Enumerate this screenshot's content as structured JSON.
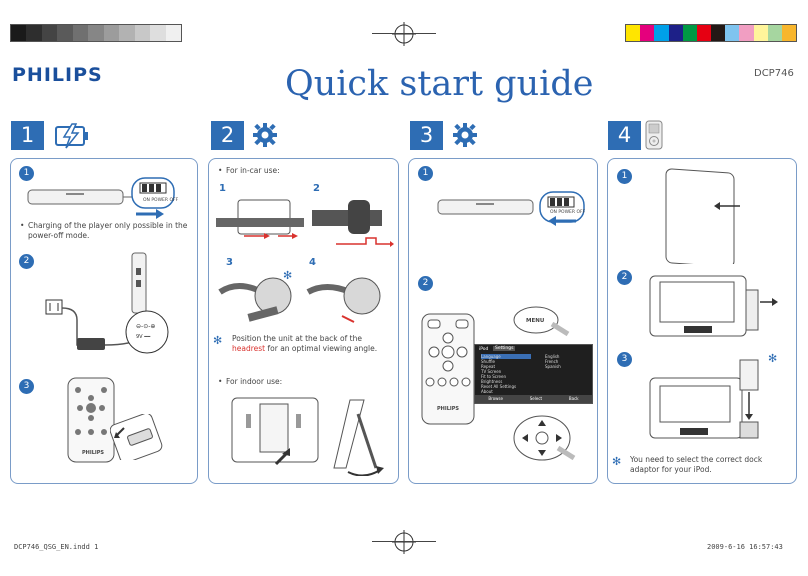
{
  "header": {
    "brand": "PHILIPS",
    "title": "Quick start guide",
    "model": "DCP746"
  },
  "colors": {
    "accent": "#2e6db4",
    "panel_border": "#7a9cc8",
    "highlight": "#d9322e",
    "gray_swatches": [
      "#1a1a1a",
      "#2e2e2e",
      "#444444",
      "#5a5a5a",
      "#707070",
      "#868686",
      "#9c9c9c",
      "#b2b2b2",
      "#c8c8c8",
      "#dedede",
      "#f0f0f0"
    ],
    "color_swatches": [
      "#ffe500",
      "#e5007d",
      "#00a0e9",
      "#1d2088",
      "#009944",
      "#e60012",
      "#231815",
      "#7fc4ef",
      "#f19ec2",
      "#fff59b",
      "#a6d6a0",
      "#f8b62d"
    ]
  },
  "steps": [
    {
      "number": "1",
      "icon": "battery-charge-icon",
      "sub": [
        "1",
        "2",
        "3"
      ],
      "switch_label": "ON POWER OFF",
      "text": "Charging of the player only possible in the power-off mode."
    },
    {
      "number": "2",
      "icon": "gear-icon",
      "car_label": "For in-car use:",
      "sub": [
        "1",
        "2",
        "3",
        "4"
      ],
      "note_before": "Position the unit at the back of the",
      "note_highlight": "headrest",
      "note_after": "for an optimal viewing angle.",
      "indoor_label": "For indoor use:"
    },
    {
      "number": "3",
      "icon": "gear-icon",
      "sub": [
        "1",
        "2"
      ],
      "switch_label": "ON POWER OFF",
      "remote_menu": "MENU",
      "menu_tabs": [
        "iPod",
        "Settings"
      ],
      "menu_items": [
        "Language",
        "Shuffle",
        "Repeat",
        "TV Screen",
        "Fit to Screen",
        "Brightness",
        "Reset All Settings",
        "About"
      ],
      "menu_options": [
        "English",
        "French",
        "Spanish"
      ],
      "menu_footer": [
        "Browse",
        "Select",
        "Back"
      ],
      "remote_brand": "PHILIPS"
    },
    {
      "number": "4",
      "icon": "ipod-icon",
      "sub": [
        "1",
        "2",
        "3"
      ],
      "note": "You need to select the correct dock adaptor for your iPod."
    }
  ],
  "remote_brand_step1": "PHILIPS",
  "footer": {
    "file": "DCP746_QSG_EN.indd   1",
    "date": "2009-6-16    16:57:43"
  }
}
